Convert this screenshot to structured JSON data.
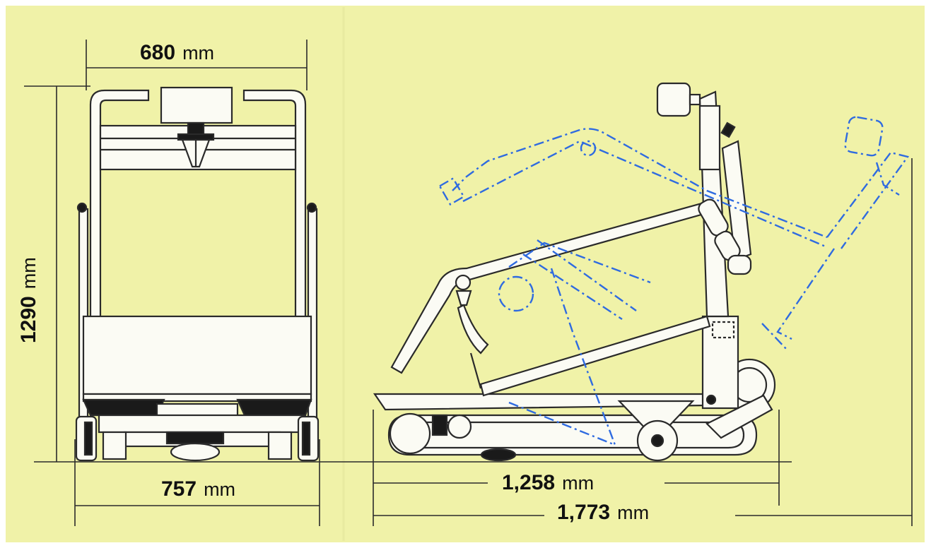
{
  "colors": {
    "background": "#f0f2a8",
    "line": "#2a2a2a",
    "body_fill": "#fbfbf4",
    "dark_parts": "#1a1a1a",
    "raised_position": "#2f6be0"
  },
  "dimensions": {
    "width": {
      "value": "680",
      "unit": "mm"
    },
    "height": {
      "value": "1290",
      "unit": "mm"
    },
    "track_width": {
      "value": "757",
      "unit": "mm"
    },
    "base_length": {
      "value": "1,258",
      "unit": "mm"
    },
    "max_length": {
      "value": "1,773",
      "unit": "mm"
    }
  }
}
